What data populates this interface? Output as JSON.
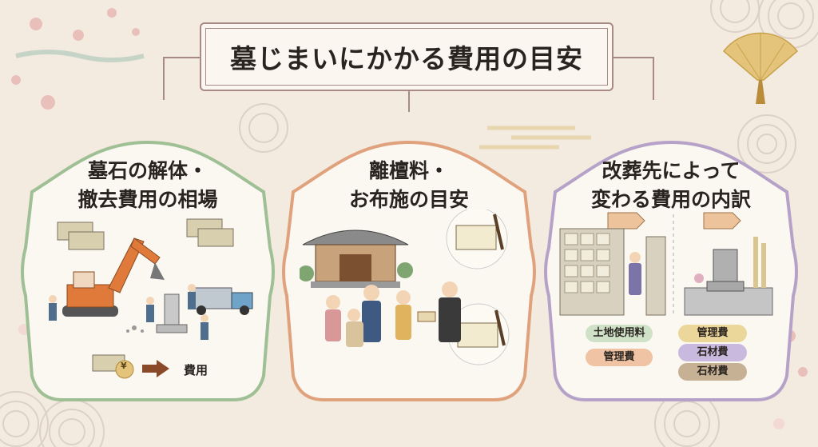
{
  "title": "墓じまいにかかる費用の目安",
  "panels": [
    {
      "title_lines": [
        "墓石の解体・",
        "撤去費用の相場"
      ],
      "cost_label": "費用",
      "coin_symbol": "¥",
      "border_color": "#9fbf95"
    },
    {
      "title_lines": [
        "離檀料・",
        "お布施の目安"
      ],
      "border_color": "#e0a27c"
    },
    {
      "title_lines": [
        "改葬先によって",
        "変わる費用の内訳"
      ],
      "border_color": "#b6a2c8",
      "tags_left": [
        "土地使用料",
        "管理費"
      ],
      "tags_right": [
        "管理費",
        "石材費",
        "石材費"
      ]
    }
  ],
  "colors": {
    "background": "#f3ebe0",
    "tag_green": "#cfe2c8",
    "tag_orange": "#efc3a3",
    "tag_gold": "#ecd79a",
    "tag_purple": "#c9b9de",
    "tag_brown": "#c7b194"
  }
}
